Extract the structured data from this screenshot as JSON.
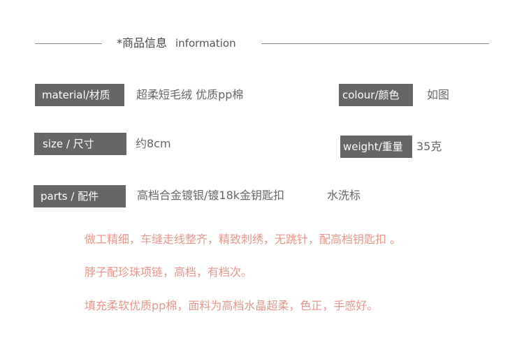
{
  "header": {
    "title_cn": "*商品信息",
    "title_en": "information"
  },
  "colors": {
    "label_bg": "#666666",
    "label_text": "#ffffff",
    "value_text": "#666666",
    "desc_text": "#e6968c",
    "rule": "#8a8a8a"
  },
  "specs": [
    {
      "label": "material/材质",
      "value": "超柔短毛绒 优质pp棉"
    },
    {
      "label": "colour/颜色",
      "value": "如图"
    },
    {
      "label": "size / 尺寸",
      "value": "约8cm"
    },
    {
      "label": "weight/重量",
      "value": "35克"
    },
    {
      "label": "parts / 配件",
      "value": "高档合金镀银/镀18k金钥匙扣",
      "extra": "水洗标"
    }
  ],
  "descriptions": [
    "做工精细，车缝走线整齐，精致刺绣，无跳针，配高档钥匙扣 。",
    "脖子配珍珠项链，高档，有档次。",
    "填充柔软优质pp棉，面料为高档水晶超柔，色正，手感好。"
  ]
}
